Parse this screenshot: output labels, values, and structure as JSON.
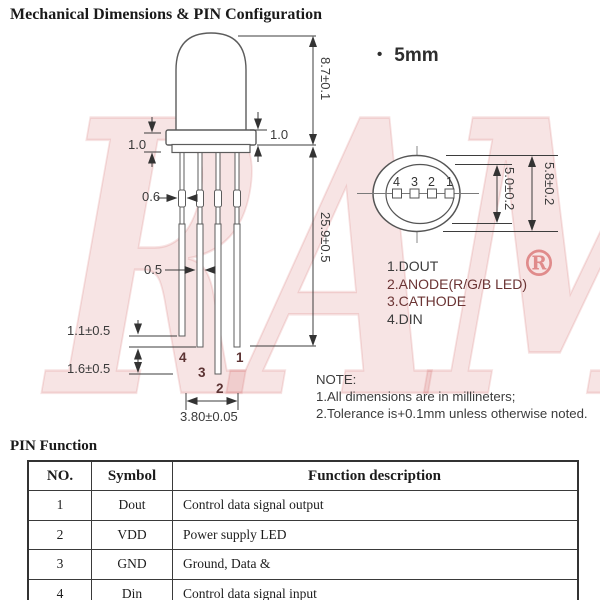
{
  "page": {
    "section1_title": "Mechanical Dimensions & PIN Configuration",
    "section2_title": "PIN Function"
  },
  "watermark": {
    "text": "RAM",
    "registered": "®"
  },
  "colors": {
    "watermark_pink": "#ce5858",
    "line_gray": "#444444"
  },
  "side_view": {
    "dims": {
      "body_height": "8.7±0.1",
      "flange_lip_left": "1.0",
      "flange_thickness": "1.0",
      "lead_width_upper": "0.6",
      "lead_width_lower": "0.5",
      "lead_length": "25.9±0.5",
      "lead_standoff_1": "1.1±0.5",
      "lead_standoff_2": "1.6±0.5",
      "lead_pitch": "3.80±0.05"
    },
    "pin_numbers": [
      "4",
      "3",
      "2",
      "1"
    ]
  },
  "bottom_view": {
    "bullet": "•",
    "size_label": "5mm",
    "pin_numbers": [
      "4",
      "3",
      "2",
      "1"
    ],
    "dims": {
      "inner_diameter": "5.0±0.2",
      "outer_diameter": "5.8±0.2"
    }
  },
  "pin_list": [
    "1.DOUT",
    "2.ANODE(R/G/B LED)",
    "3.CATHODE",
    "4.DIN"
  ],
  "note": {
    "heading": "NOTE:",
    "lines": [
      "1.All dimensions are in millineters;",
      "2.Tolerance is+0.1mm unless otherwise noted."
    ]
  },
  "table": {
    "headers": [
      "NO.",
      "Symbol",
      "Function description"
    ],
    "rows": [
      [
        "1",
        "Dout",
        "Control data signal output"
      ],
      [
        "2",
        "VDD",
        "Power supply LED"
      ],
      [
        "3",
        "GND",
        "Ground, Data &"
      ],
      [
        "4",
        "Din",
        "Control data signal input"
      ]
    ]
  }
}
